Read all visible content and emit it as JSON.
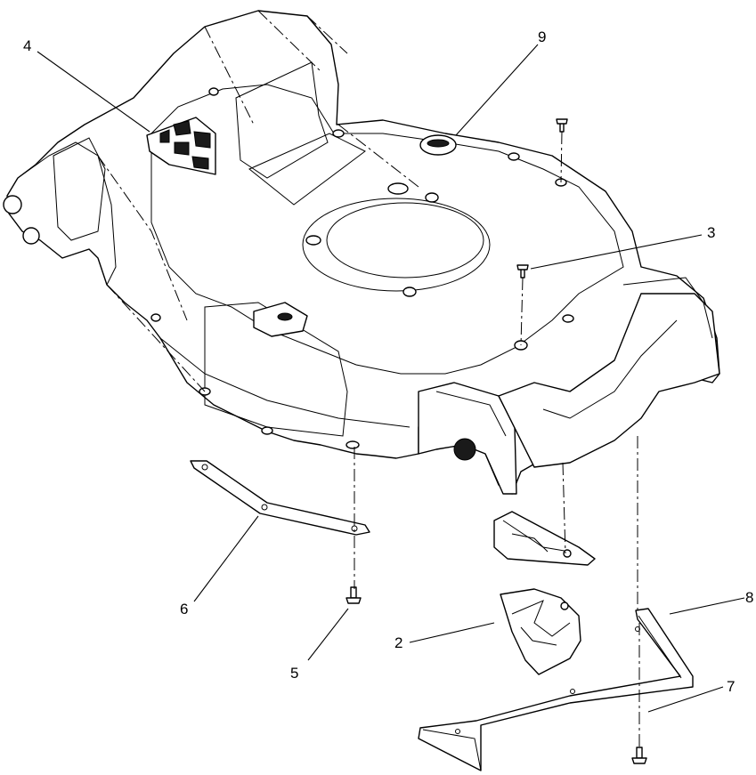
{
  "callouts": {
    "c2": "2",
    "c3": "3",
    "c4": "4",
    "c5": "5",
    "c6": "6",
    "c7": "7",
    "c8": "8",
    "c9": "9"
  },
  "colors": {
    "line": "#000000",
    "background": "#ffffff"
  }
}
